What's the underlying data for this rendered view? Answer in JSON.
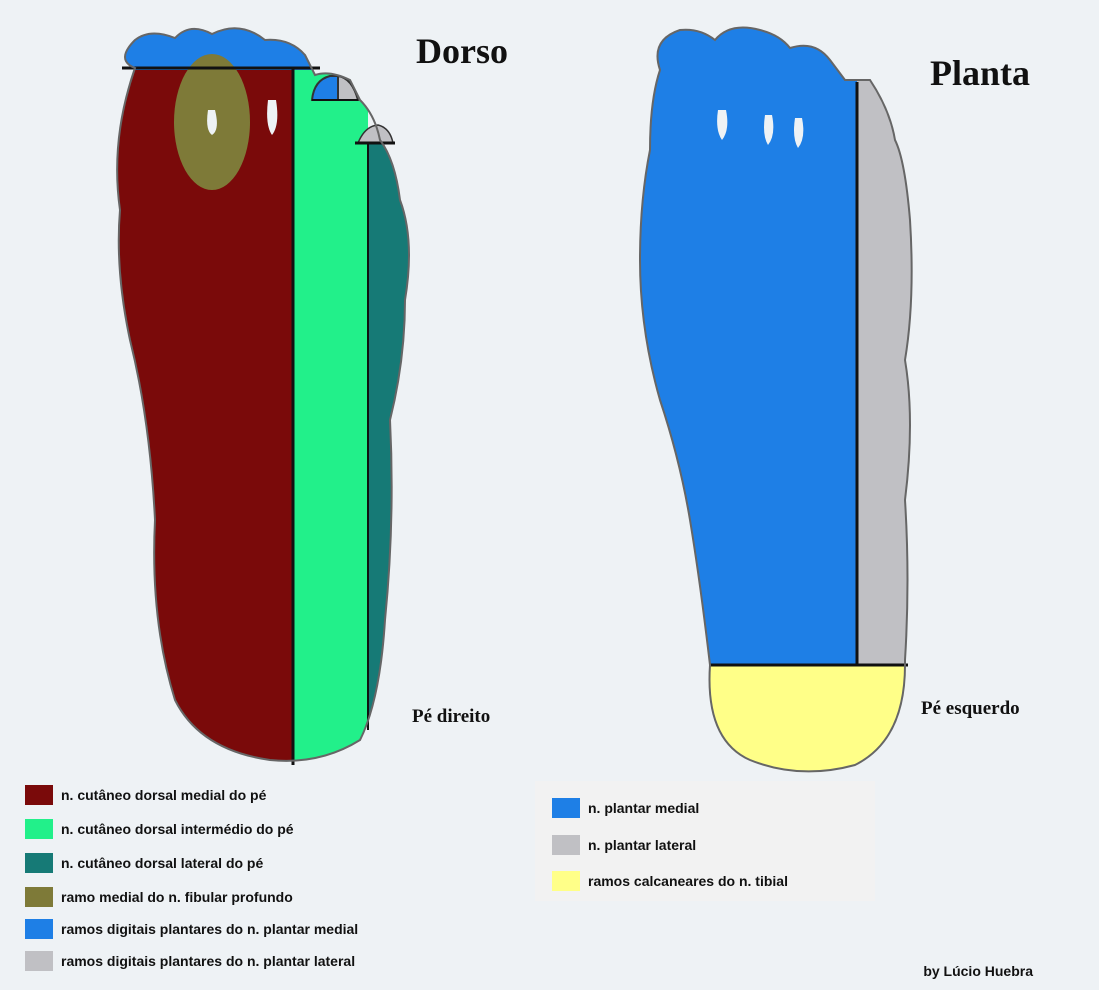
{
  "titles": {
    "dorso": "Dorso",
    "planta": "Planta"
  },
  "labels": {
    "pe_direito": "Pé direito",
    "pe_esquerdo": "Pé esquerdo"
  },
  "legend_dorso": [
    {
      "label": "n. cutâneo dorsal medial do pé",
      "color": "#7a0a0a"
    },
    {
      "label": "n. cutâneo dorsal intermédio do pé",
      "color": "#22f08a"
    },
    {
      "label": "n. cutâneo dorsal lateral do pé",
      "color": "#167a76"
    },
    {
      "label": "ramo medial do n. fibular profundo",
      "color": "#7e7a38"
    },
    {
      "label": "ramos digitais plantares do n. plantar medial",
      "color": "#1e7fe6"
    },
    {
      "label": "ramos digitais plantares do n. plantar lateral",
      "color": "#c0c0c4"
    }
  ],
  "legend_planta": [
    {
      "label": "n. plantar medial",
      "color": "#1e7fe6"
    },
    {
      "label": "n. plantar lateral",
      "color": "#c0c0c4"
    },
    {
      "label": "ramos calcaneares do n. tibial",
      "color": "#ffff88"
    }
  ],
  "credit": "by Lúcio Huebra"
}
